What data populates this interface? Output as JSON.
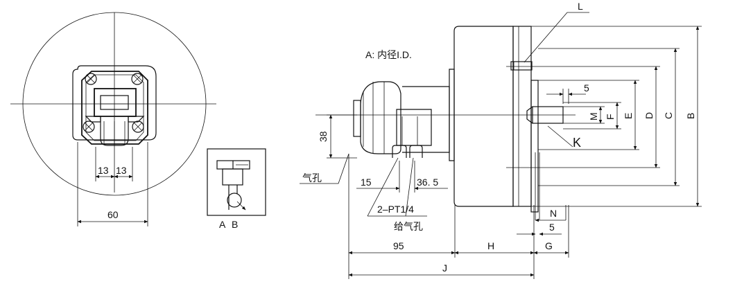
{
  "labels": {
    "note_inner_diameter": "A: 内径I.D.",
    "dim_13_left": "13",
    "dim_13_right": "13",
    "dim_60": "60",
    "port_a": "A",
    "port_b": "B",
    "dim_38": "38",
    "air_hole": "气孔",
    "dim_15": "15",
    "dim_36_5": "36. 5",
    "ports_2_pt": "2–PT1/4",
    "supply_air_hole": "给气孔",
    "dim_95": "95",
    "dim_h": "H",
    "dim_g": "G",
    "dim_j": "J",
    "dim_n": "N",
    "dim_5_bottom": "5",
    "dim_5_top": "5",
    "dim_l": "L",
    "dim_k": "K",
    "dim_m": "M",
    "dim_f": "F",
    "dim_e": "E",
    "dim_d": "D",
    "dim_c": "C",
    "dim_b": "B"
  }
}
